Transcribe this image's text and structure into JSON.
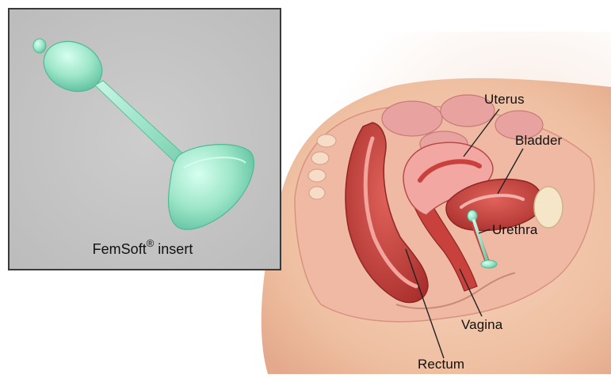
{
  "inset": {
    "caption_name": "FemSoft",
    "caption_mark": "®",
    "caption_suffix": " insert"
  },
  "labels": {
    "uterus": "Uterus",
    "bladder": "Bladder",
    "urethra": "Urethra",
    "vagina": "Vagina",
    "rectum": "Rectum"
  },
  "colors": {
    "device": "#9ee6c9",
    "device_shade": "#5cc7a3",
    "inset_background": "#c6c6c6",
    "inset_border": "#3a3a3a",
    "skin": "#f2c4a6",
    "tissue": "#e9a79a",
    "organ_red": "#c9453f",
    "organ_pink": "#f3b3b0"
  }
}
